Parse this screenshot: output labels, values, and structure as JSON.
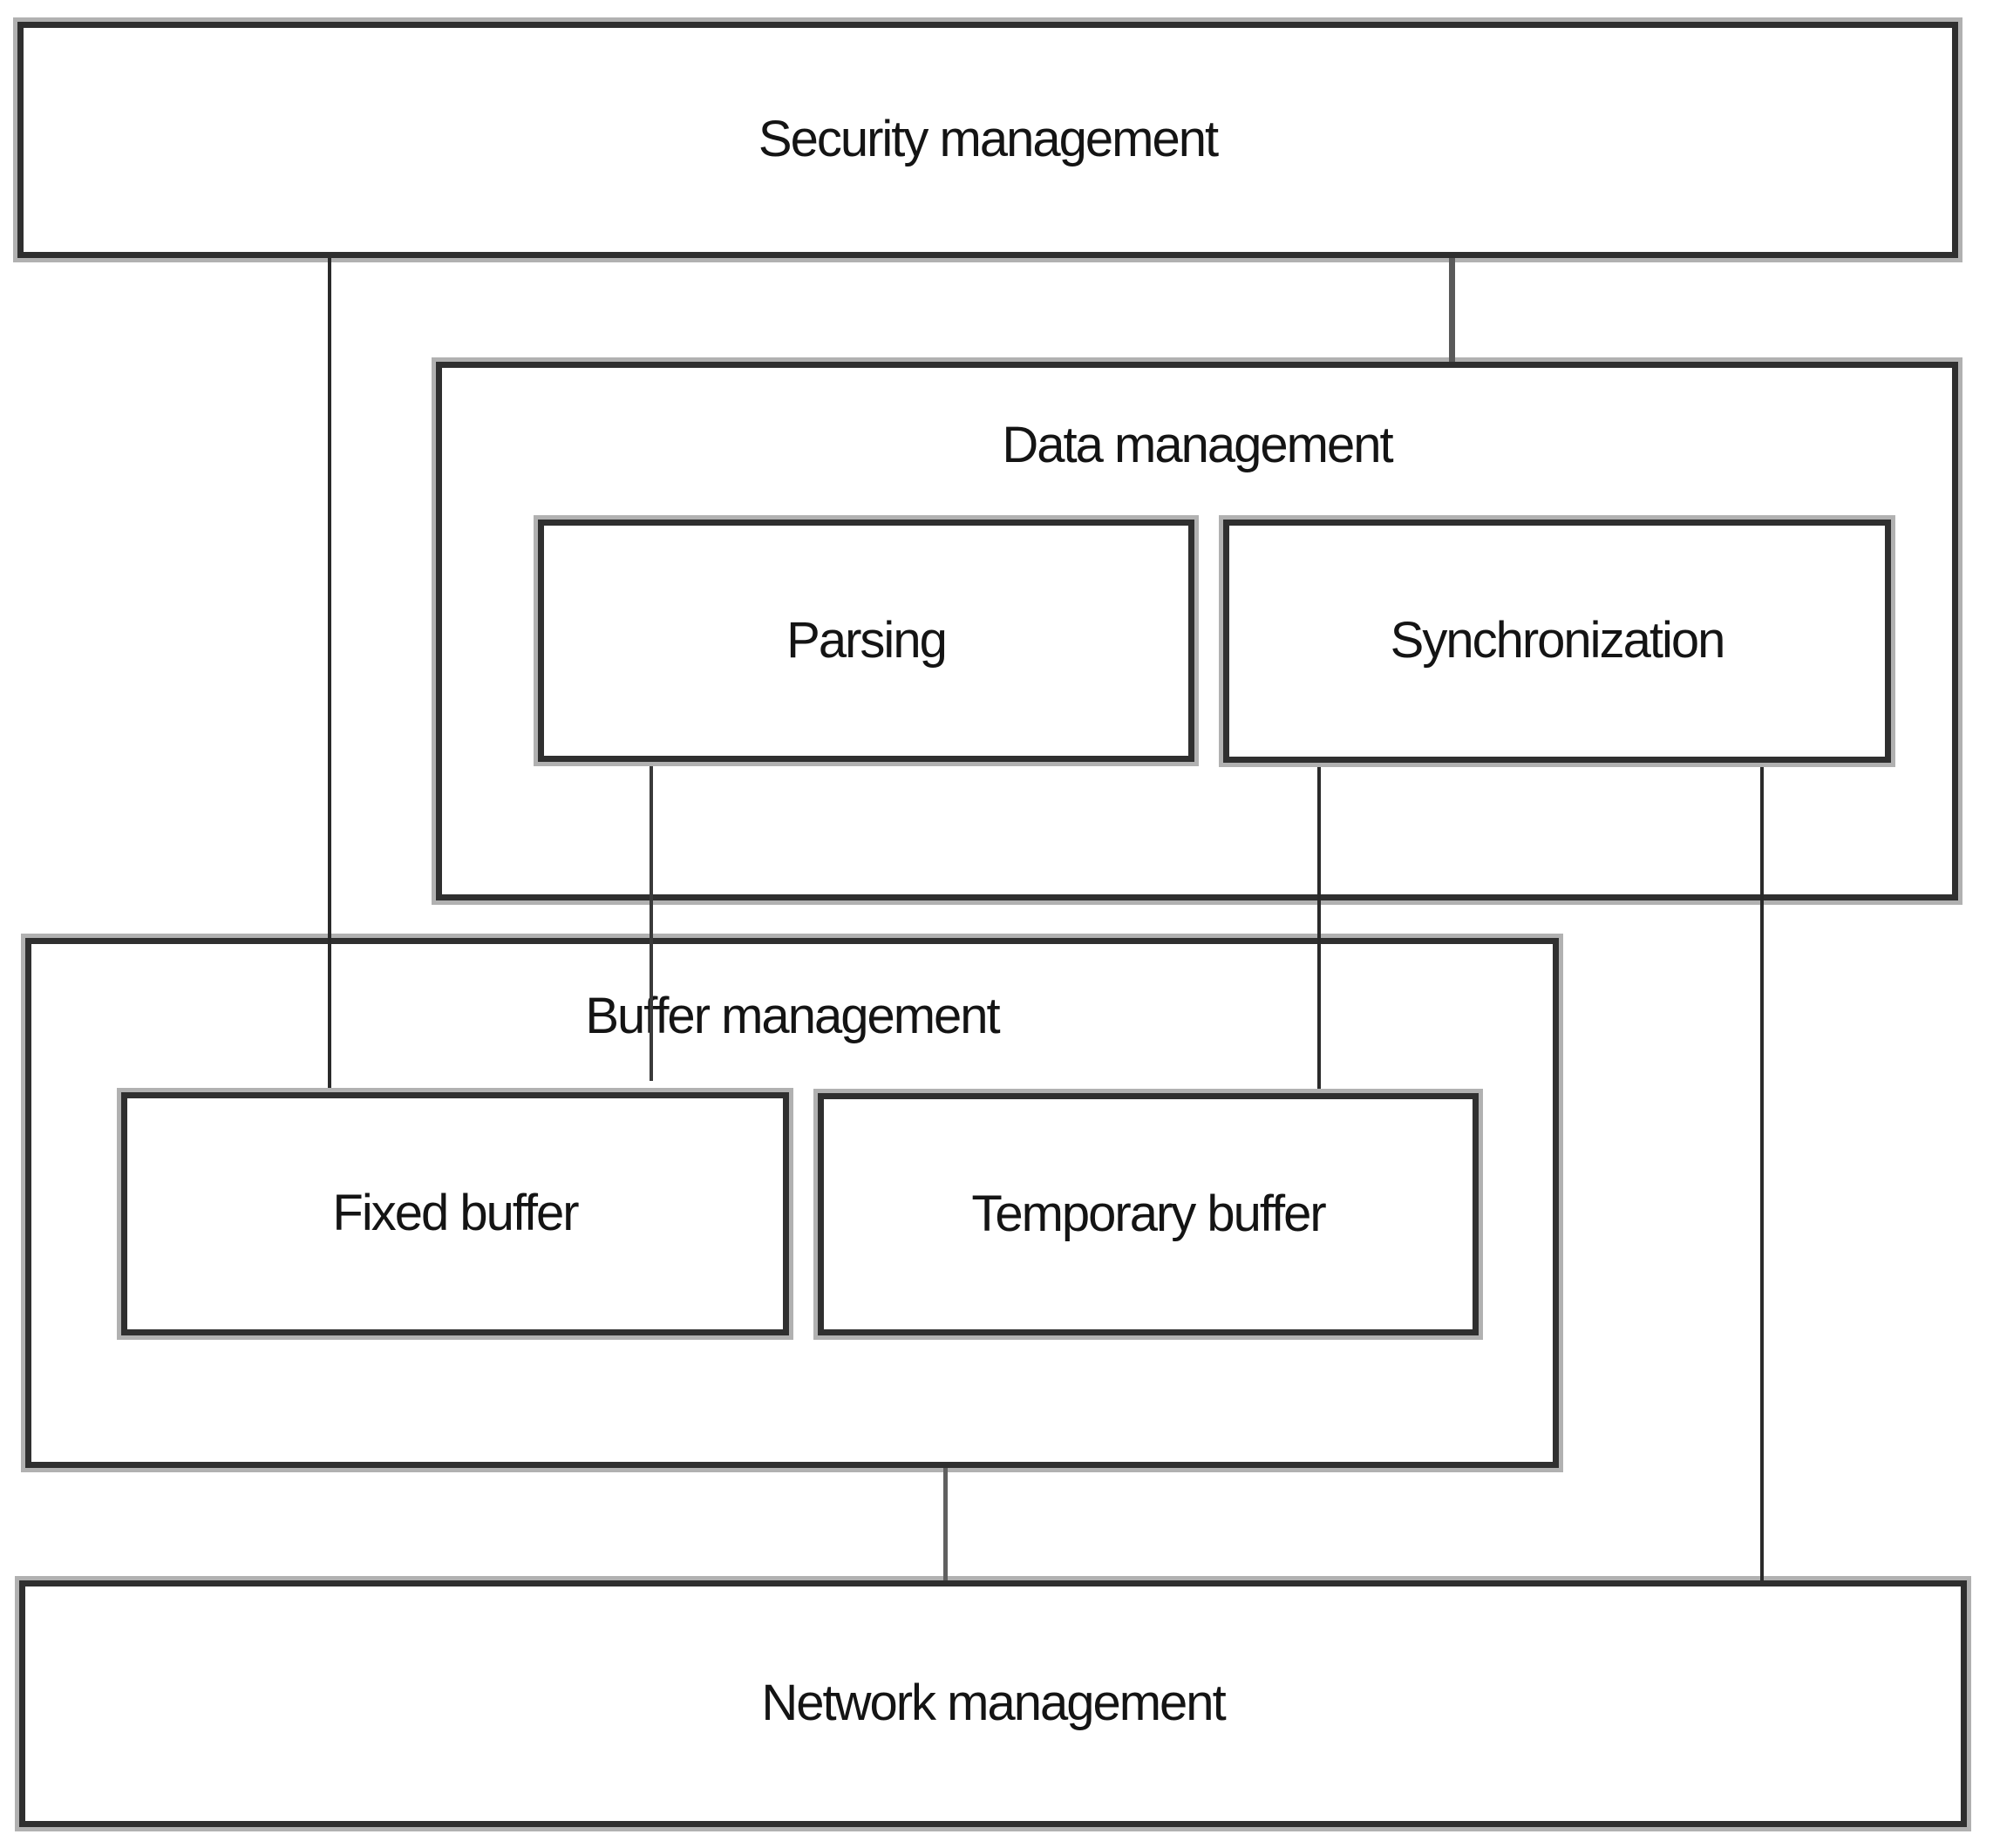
{
  "nodes": {
    "security": {
      "label": "Security management"
    },
    "data": {
      "label": "Data management"
    },
    "parsing": {
      "label": "Parsing"
    },
    "synchronization": {
      "label": "Synchronization"
    },
    "buffer": {
      "label": "Buffer management"
    },
    "fixed": {
      "label": "Fixed buffer"
    },
    "temporary": {
      "label": "Temporary buffer"
    },
    "network": {
      "label": "Network management"
    }
  },
  "connectors": [
    {
      "from": "security",
      "to": "fixed"
    },
    {
      "from": "security",
      "to": "data"
    },
    {
      "from": "parsing",
      "to": "buffer"
    },
    {
      "from": "synchronization",
      "to": "temporary"
    },
    {
      "from": "synchronization",
      "to": "network"
    },
    {
      "from": "buffer",
      "to": "network"
    }
  ],
  "colors": {
    "background": "#ffffff",
    "border": "#2f2f2f",
    "shadow": "#b1b1b1",
    "line": "#2a2a2a",
    "text": "#141414"
  }
}
